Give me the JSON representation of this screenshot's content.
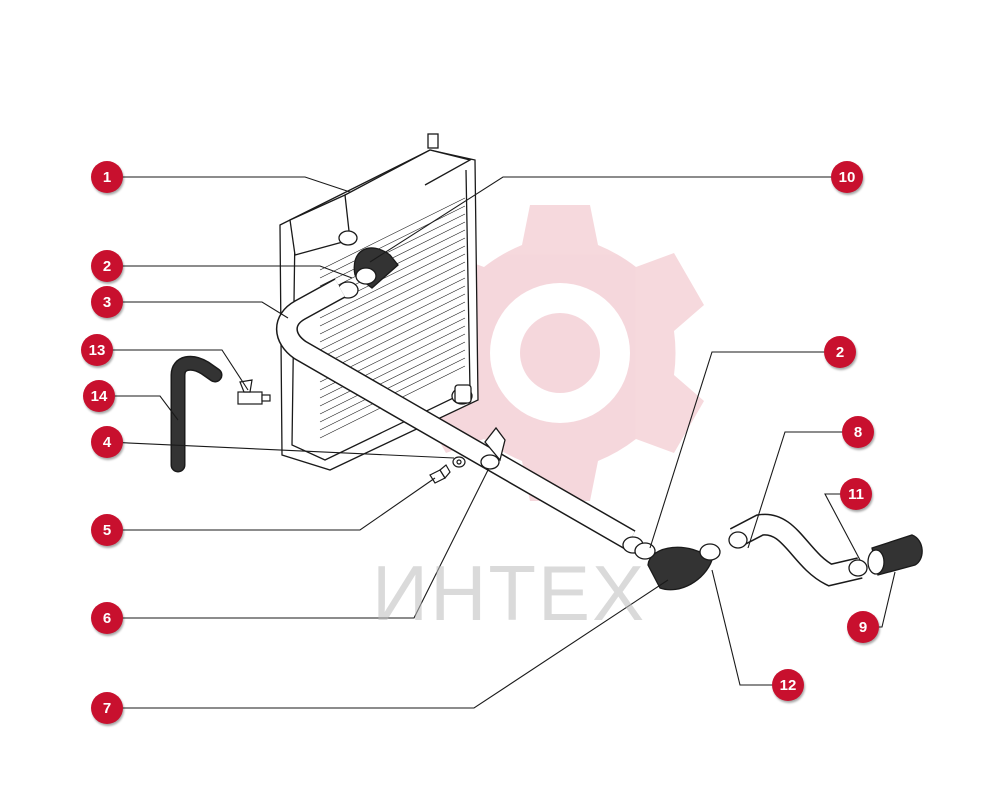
{
  "watermark": {
    "text": "ИНТЕХ",
    "color": "#c8102e"
  },
  "colors": {
    "callout": "#c8102e",
    "line": "#1a1a1a"
  },
  "callouts": [
    {
      "id": "c1",
      "label": "1"
    },
    {
      "id": "c2a",
      "label": "2"
    },
    {
      "id": "c3",
      "label": "3"
    },
    {
      "id": "c13",
      "label": "13"
    },
    {
      "id": "c14",
      "label": "14"
    },
    {
      "id": "c4",
      "label": "4"
    },
    {
      "id": "c5",
      "label": "5"
    },
    {
      "id": "c6",
      "label": "6"
    },
    {
      "id": "c7",
      "label": "7"
    },
    {
      "id": "c10",
      "label": "10"
    },
    {
      "id": "c2b",
      "label": "2"
    },
    {
      "id": "c8",
      "label": "8"
    },
    {
      "id": "c11",
      "label": "11"
    },
    {
      "id": "c9",
      "label": "9"
    },
    {
      "id": "c12",
      "label": "12"
    }
  ]
}
